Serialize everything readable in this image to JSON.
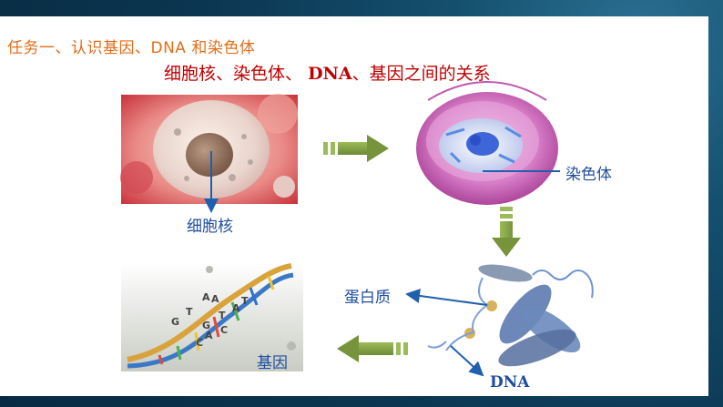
{
  "slide": {
    "task_title": "任务一、认识基因、DNA 和染色体",
    "subtitle_part1": "细胞核、染色体、",
    "subtitle_dna": "DNA",
    "subtitle_part2": "、基因之间的关系"
  },
  "labels": {
    "nucleus": "细胞核",
    "chromosome": "染色体",
    "protein": "蛋白质",
    "dna": "DNA",
    "gene": "基因"
  },
  "dna_letters": [
    "G",
    "T",
    "A",
    "A",
    "G",
    "T",
    "A",
    "T",
    "C",
    "A",
    "C"
  ],
  "colors": {
    "title_orange": "#e46d19",
    "subtitle_red": "#c00000",
    "label_blue": "#1f4e9e",
    "arrow_green": "#77933c"
  }
}
